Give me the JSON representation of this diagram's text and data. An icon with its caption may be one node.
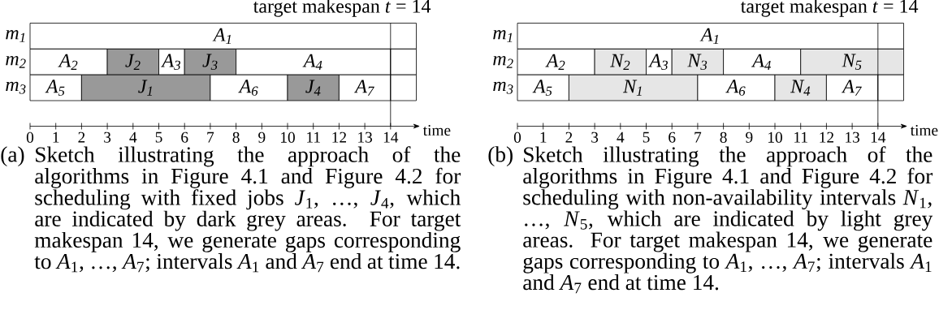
{
  "diagram": {
    "nodes": [
      {
        "text": [
          "*A*$_{1}$"
        ]
      },
      {
        "text": [
          "*A*$_{2}$"
        ]
      },
      {
        "text": [
          "*J*$_{2}$"
        ]
      },
      {
        "text": [
          "*A*$_{3}$"
        ]
      },
      {
        "text": [
          "*J*$_{3}$"
        ]
      },
      {
        "text": [
          "*A*$_{4}$"
        ]
      },
      {
        "text": [],
        "shape": "box"
      },
      {
        "text": [
          "*A*$_{5}$"
        ]
      },
      {
        "text": [
          "*J*$_{1}$"
        ]
      },
      {
        "text": [
          "*A*$_{6}$"
        ]
      },
      {
        "text": [
          "*J*$_{4}$"
        ]
      },
      {
        "text": [
          "*A*$_{7}$"
        ]
      },
      {
        "text": [],
        "shape": "box"
      },
      {
        "text": [
          "*A*$_{1}$"
        ]
      },
      {
        "text": [
          "*A*$_{2}$"
        ]
      },
      {
        "text": [
          "*N*$_{2}$"
        ]
      },
      {
        "text": [
          "*A*$_{3}$"
        ]
      },
      {
        "text": [
          "*N*$_{3}$"
        ]
      },
      {
        "text": [
          "*A*$_{4}$"
        ]
      },
      {
        "text": [
          "*N*$_{5}$"
        ]
      },
      {
        "text": [
          "*A*$_{5}$"
        ]
      },
      {
        "text": [
          "*N*$_{1}$"
        ]
      },
      {
        "text": [
          "*A*$_{6}$"
        ]
      },
      {
        "text": [
          "*N*$_{4}$"
        ]
      },
      {
        "text": [
          "*A*$_{7}$"
        ]
      },
      {
        "text": [],
        "shape": "box"
      }
    ],
    "labels": [
      "target makespan *t* = 14",
      "*m*$_{1}$",
      "*m*$_{2}$",
      "*m*$_{3}$",
      "0",
      "1",
      "2",
      "3",
      "4",
      "5",
      "6",
      "7",
      "8",
      "9",
      "10",
      "11",
      "12",
      "13",
      "14",
      "time",
      "(a)",
      "Sketch illustrating the approach of the algorithms in Figure 4.1 and Figure 4.2 for scheduling with fixed jobs *J*$_{1}$, …, *J*$_{4}$, which are indicated by dark grey areas. For target makespan 14, we generate gaps corresponding to *A*$_{1}$, …, *A*$_{7}$; intervals *A*$_{1}$ and *A*$_{7}$ end at time 14.",
      "target makespan *t* = 14",
      "*m*$_{1}$",
      "*m*$_{2}$",
      "*m*$_{3}$",
      "0",
      "1",
      "2",
      "3",
      "4",
      "5",
      "6",
      "7",
      "8",
      "9",
      "10",
      "11",
      "12",
      "13",
      "14",
      "time",
      "(b)",
      "Sketch illustrating the approach of the algorithms in Figure 4.1 and Figure 4.2 for scheduling with non-availability intervals *N*$_{1}$, …, *N*$_{5}$, which are indicated by light grey areas. For target makespan 14, we generate gaps corresponding to *A*$_{1}$, …, *A*$_{7}$; intervals *A*$_{1}$ and *A*$_{7}$ end at time 14."
    ]
  }
}
